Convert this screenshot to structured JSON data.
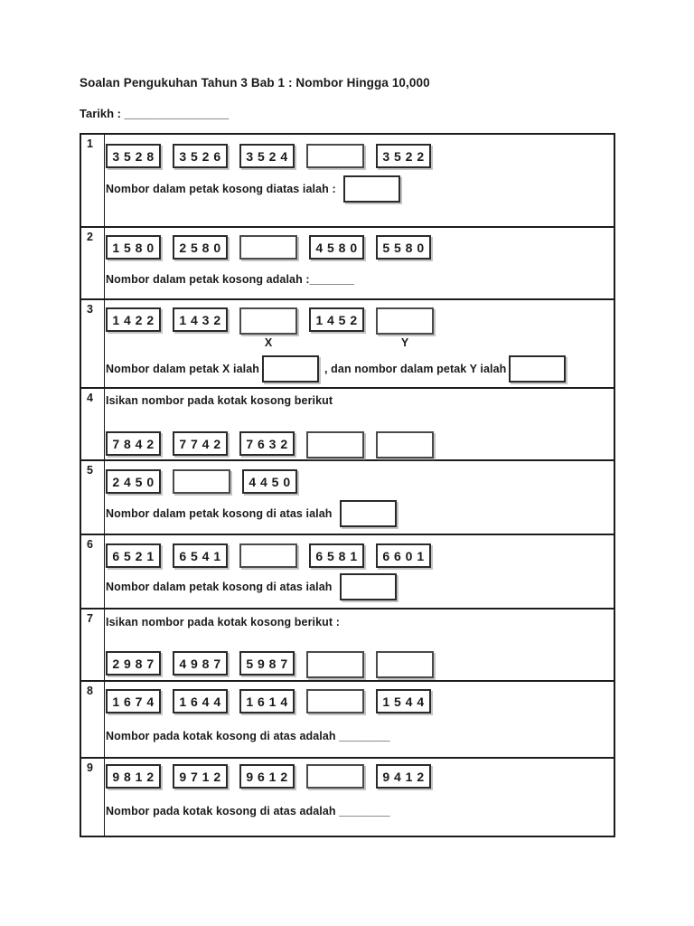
{
  "page": {
    "title": "Soalan Pengukuhan Tahun 3 Bab 1 : Nombor Hingga 10,000",
    "date_label": "Tarikh : ________________"
  },
  "questions": [
    {
      "num": "1",
      "boxes": [
        "3 5 2 8",
        "3 5 2 6",
        "3 5 2 4",
        "",
        "3 5 2 2"
      ],
      "text": "Nombor dalam petak kosong diatas ialah :"
    },
    {
      "num": "2",
      "boxes": [
        "1 5 8 0",
        "2 5 8 0",
        "",
        "4 5 8 0",
        "5 5 8 0"
      ],
      "text": "Nombor dalam petak kosong adalah :_______"
    },
    {
      "num": "3",
      "boxes": [
        "1 4 2 2",
        "1 4 3 2",
        "",
        "1 4 5 2",
        ""
      ],
      "label_x": "X",
      "label_y": "Y",
      "text_x": "Nombor dalam petak X ialah",
      "text_y": ", dan nombor dalam petak Y ialah"
    },
    {
      "num": "4",
      "instruction": "Isikan nombor pada kotak kosong berikut",
      "boxes": [
        "7 8 4 2",
        "7 7 4 2",
        "7 6 3 2",
        "",
        ""
      ]
    },
    {
      "num": "5",
      "boxes": [
        "2 4 5 0",
        "",
        "4 4 5 0"
      ],
      "text": "Nombor dalam petak kosong di atas ialah"
    },
    {
      "num": "6",
      "boxes": [
        "6 5 2 1",
        "6 5 4 1",
        "",
        "6 5 8 1",
        "6 6 0 1"
      ],
      "text": "Nombor dalam petak kosong di atas ialah"
    },
    {
      "num": "7",
      "instruction": "Isikan nombor pada kotak kosong berikut :",
      "boxes": [
        "2 9 8 7",
        "4 9 8 7",
        "5 9 8 7",
        "",
        ""
      ]
    },
    {
      "num": "8",
      "boxes": [
        "1 6 7 4",
        "1 6 4 4",
        "1 6 1 4",
        "",
        "1 5 4 4"
      ],
      "text": "Nombor pada kotak kosong di atas adalah ________"
    },
    {
      "num": "9",
      "boxes": [
        "9 8 1 2",
        "9 7 1 2",
        "9 6 1 2",
        "",
        "9 4 1 2"
      ],
      "text": "Nombor pada kotak kosong di atas adalah ________"
    }
  ]
}
